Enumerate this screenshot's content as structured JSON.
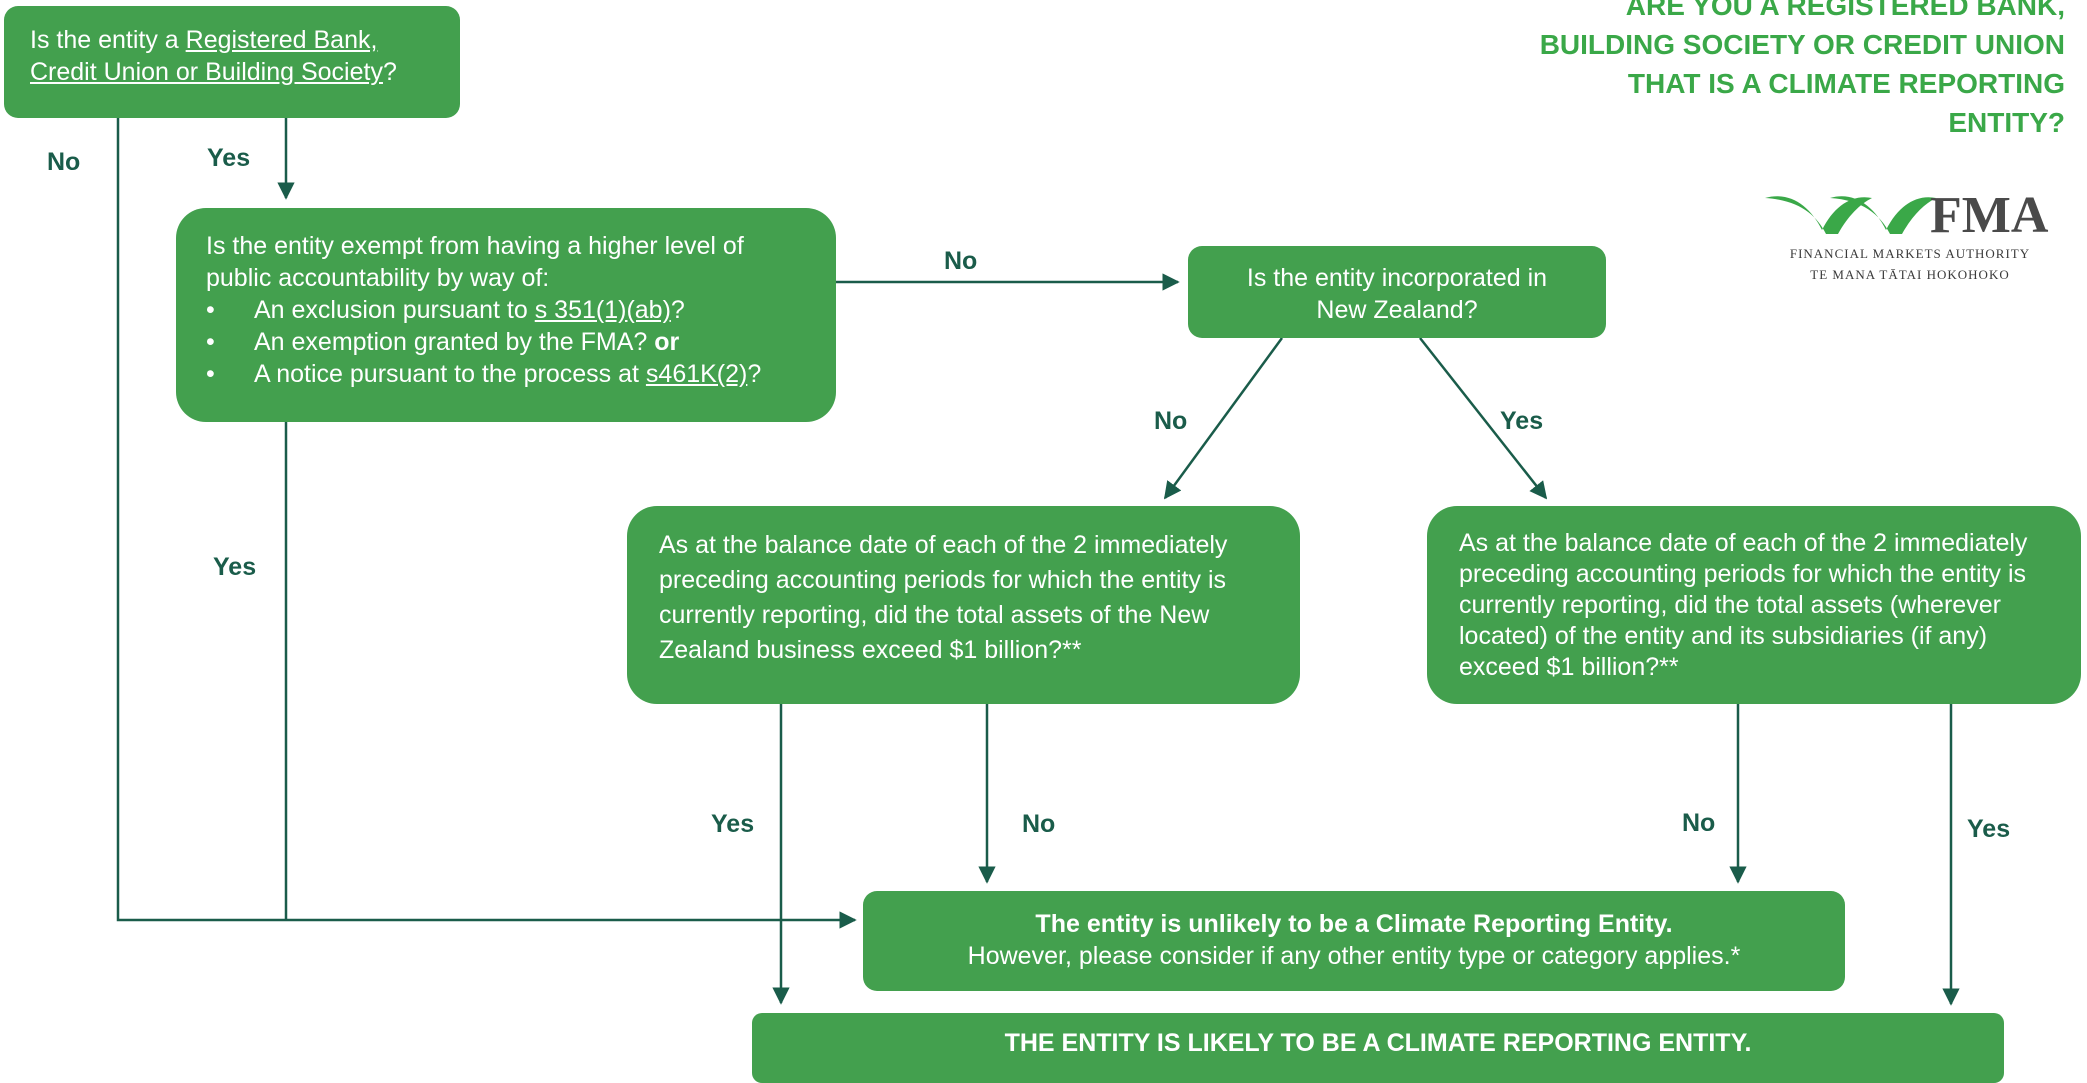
{
  "title": "ARE YOU A REGISTERED BANK, BUILDING SOCIETY OR CREDIT UNION THAT IS A CLIMATE REPORTING ENTITY?",
  "logo": {
    "mark": "FMA",
    "line1": "FINANCIAL MARKETS AUTHORITY",
    "line2": "TE MANA TĀTAI HOKOHOKO"
  },
  "colors": {
    "box": "#43a04e",
    "label": "#1a5c4a",
    "title": "#3aa848",
    "line": "#1a5c4a"
  },
  "q1": {
    "pre": "Is the entity a ",
    "link_part1": "Registered Bank,",
    "link_part2": "Credit Union or Building Society",
    "post": "?"
  },
  "q2": {
    "intro": "Is the entity exempt from having a higher level of public accountability by way of:",
    "b1_pre": "An exclusion pursuant to ",
    "b1_link": "s 351(1)(ab)",
    "b1_post": "?",
    "b2_pre": "An exemption granted by the FMA? ",
    "b2_bold": "or",
    "b3_pre": "A notice pursuant to the process at ",
    "b3_link": "s461K(2)",
    "b3_post": "?"
  },
  "q3": {
    "text": "Is the entity incorporated in New Zealand?"
  },
  "q4": {
    "text": "As at the balance date of each of the 2 immediately preceding accounting periods for which the entity is currently reporting, did the total assets of the New Zealand business exceed $1 billion?**"
  },
  "q5": {
    "text": "As at the balance date of each of the 2 immediately preceding accounting periods for which the entity is currently reporting, did the total assets (wherever located) of the entity and its subsidiaries (if any) exceed $1 billion?**"
  },
  "result_unlikely": {
    "heading": "The entity is unlikely to be a Climate Reporting Entity.",
    "note": "However, please consider if any other entity type or category applies.*"
  },
  "result_likely": {
    "text": "THE ENTITY IS LIKELY TO BE A CLIMATE REPORTING ENTITY."
  },
  "labels": {
    "q1_no": "No",
    "q1_yes": "Yes",
    "q2_no": "No",
    "q2_yes": "Yes",
    "q3_no": "No",
    "q3_yes": "Yes",
    "q4_yes": "Yes",
    "q4_no": "No",
    "q5_no": "No",
    "q5_yes": "Yes"
  }
}
